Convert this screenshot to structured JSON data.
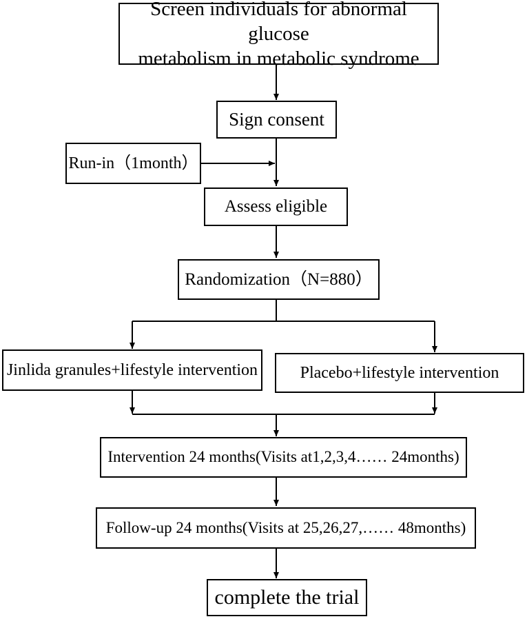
{
  "steps": {
    "screen": {
      "line1": "Screen individuals for abnormal glucose",
      "line2": "metabolism in metabolic syndrome"
    },
    "consent": "Sign consent",
    "runin": "Run-in（1month）",
    "assess": "Assess eligible",
    "random": "Randomization（N=880）",
    "armA": "Jinlida granules+lifestyle intervention",
    "armB": "Placebo+lifestyle intervention",
    "intervention": "Intervention 24 months(Visits at1,2,3,4…… 24months)",
    "followup": "Follow-up 24 months(Visits at 25,26,27,…… 48months)",
    "complete": "complete the trial"
  }
}
